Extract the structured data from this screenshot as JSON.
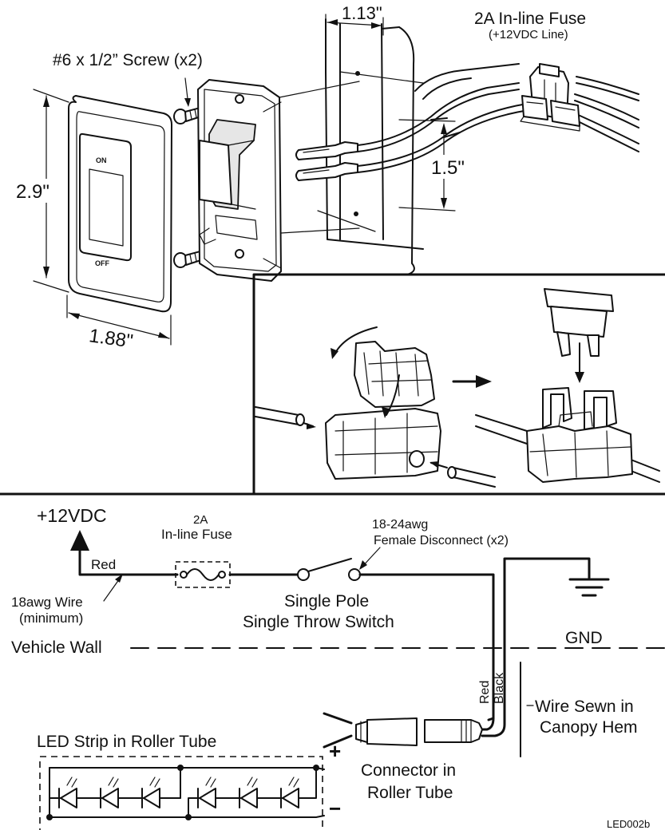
{
  "exploded_view": {
    "screw_label": "#6 x 1/2” Screw (x2)",
    "fuse_title": "2A In-line Fuse",
    "fuse_subtitle": "(+12VDC Line)",
    "dim_height": "2.9\"",
    "dim_width": "1.88\"",
    "dim_depth": "1.13\"",
    "dim_spacing": "1.5\"",
    "switch_on": "ON",
    "switch_off": "OFF"
  },
  "schematic": {
    "supply": "+12VDC",
    "fuse_rating": "2A",
    "fuse_label": "In-line Fuse",
    "red_wire_label": "Red",
    "wire_gauge": "18awg Wire",
    "wire_gauge_note": "(minimum)",
    "disconnect_gauge": "18-24awg",
    "disconnect_label": "Female Disconnect (x2)",
    "switch_line1": "Single Pole",
    "switch_line2": "Single Throw Switch",
    "vehicle_wall": "Vehicle Wall",
    "ground": "GND",
    "cable_red": "Red",
    "cable_black": "Black",
    "wire_sewn_line1": "Wire Sewn in",
    "wire_sewn_line2": "Canopy Hem",
    "led_strip": "LED Strip in Roller Tube",
    "plus": "+",
    "minus": "−",
    "connector_line1": "Connector in",
    "connector_line2": "Roller Tube",
    "figure_code": "LED002b"
  }
}
